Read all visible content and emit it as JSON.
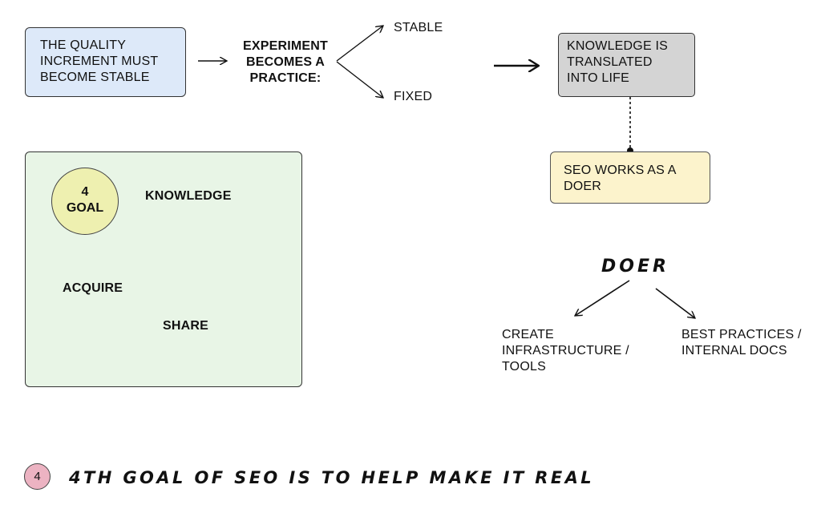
{
  "quality_box": "THE QUALITY INCREMENT MUST BECOME STABLE",
  "experiment_label": "EXPERIMENT BECOMES A PRACTICE:",
  "stable_label": "STABLE",
  "fixed_label": "FIXED",
  "knowledge_box": "KNOWLEDGE IS TRANSLATED INTO LIFE",
  "seo_box": "SEO WORKS AS A DOER",
  "goal_panel": {
    "goal_number": "4",
    "goal_word": "GOAL",
    "knowledge": "KNOWLEDGE",
    "acquire": "ACQUIRE",
    "share": "SHARE"
  },
  "doer": {
    "title": "DOER",
    "left_branch": "CREATE INFRASTRUCTURE / TOOLS",
    "right_branch": "BEST PRACTICES / INTERNAL DOCS"
  },
  "footer": {
    "badge": "4",
    "headline": "4TH GOAL OF SEO IS TO HELP MAKE IT REAL"
  },
  "colors": {
    "blue_box": "#dde9f9",
    "gray_box": "#d4d4d4",
    "yellow_box": "#fcf3cc",
    "green_panel": "#e8f5e6",
    "goal_circle": "#eef0b0",
    "badge_pink": "#ecb3c2"
  }
}
